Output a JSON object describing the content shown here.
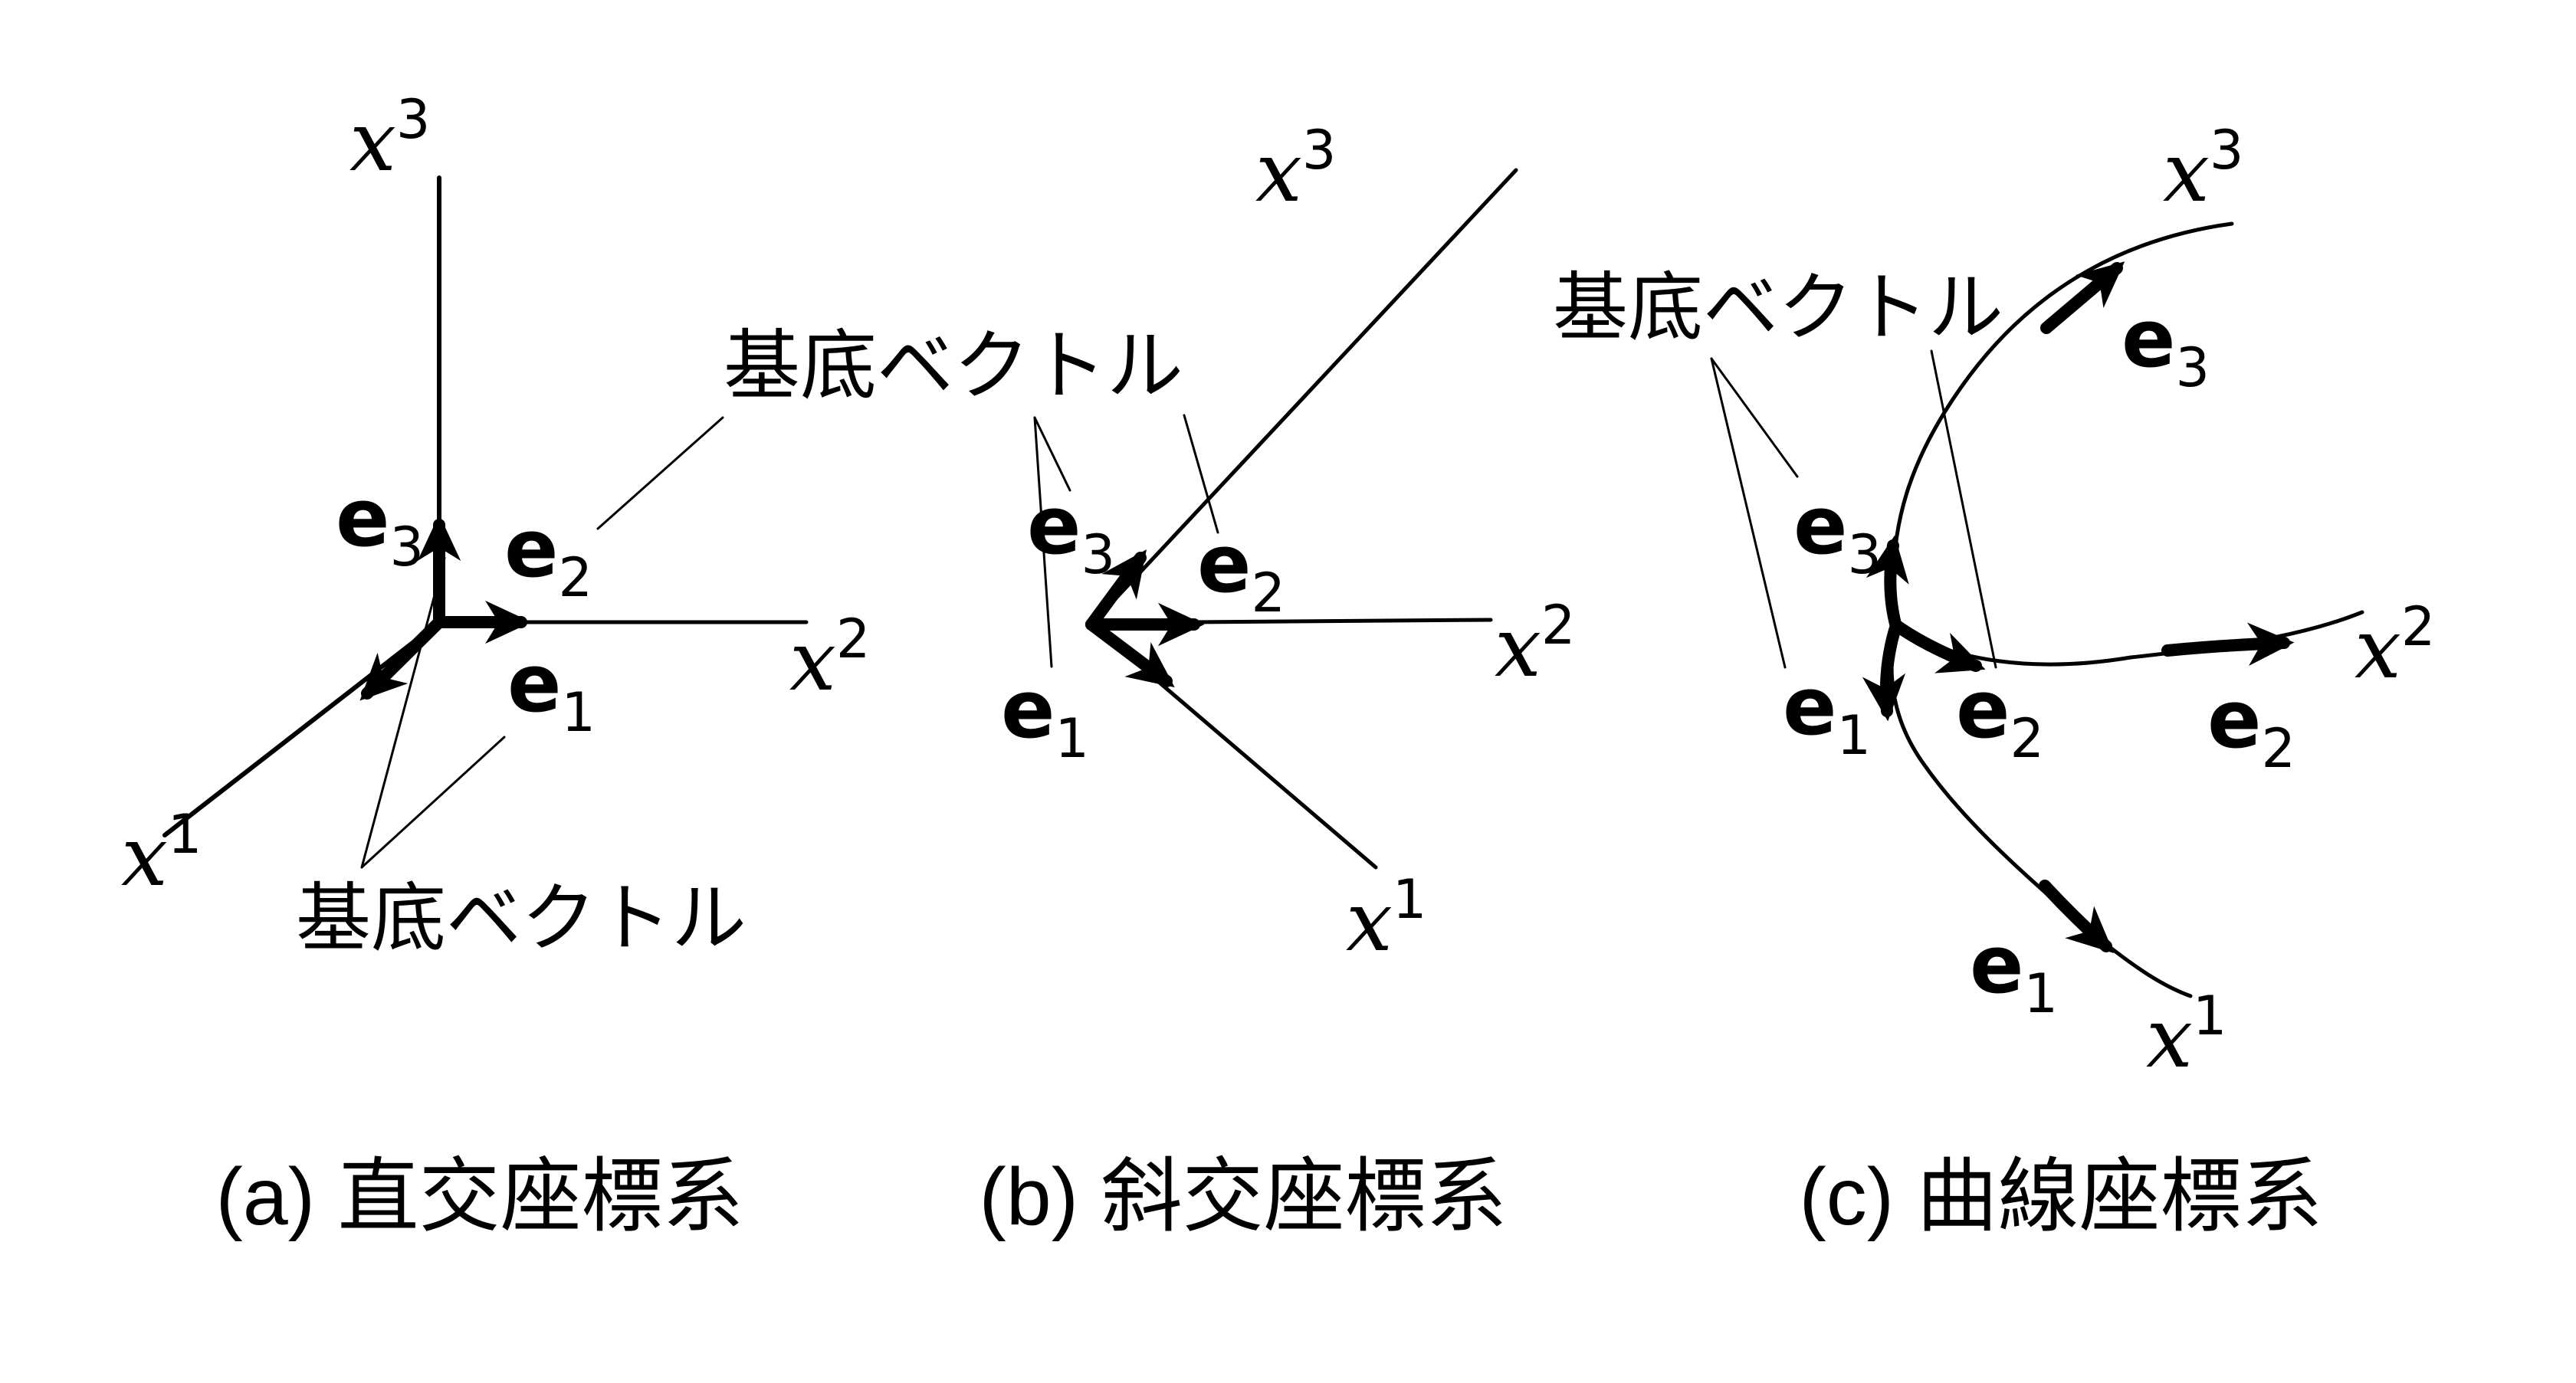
{
  "figure_title": "basis-vectors-in-three-coordinate-systems",
  "colors": {
    "background": "#ffffff",
    "ink": "#000000"
  },
  "labels": {
    "basis_a_bottom": "基底ベクトル",
    "basis_top_middle": "基底ベクトル",
    "basis_c": "基底ベクトル"
  },
  "panels": [
    {
      "id": "a",
      "caption": "(a) 直交座標系",
      "axes": {
        "x1": {
          "base": "x",
          "sup": "1"
        },
        "x2": {
          "base": "x",
          "sup": "2"
        },
        "x3": {
          "base": "x",
          "sup": "3"
        }
      },
      "vectors": {
        "e1": {
          "base": "e",
          "sub": "1"
        },
        "e2": {
          "base": "e",
          "sub": "2"
        },
        "e3": {
          "base": "e",
          "sub": "3"
        }
      }
    },
    {
      "id": "b",
      "caption": "(b) 斜交座標系",
      "axes": {
        "x1": {
          "base": "x",
          "sup": "1"
        },
        "x2": {
          "base": "x",
          "sup": "2"
        },
        "x3": {
          "base": "x",
          "sup": "3"
        }
      },
      "vectors": {
        "e1": {
          "base": "e",
          "sub": "1"
        },
        "e2": {
          "base": "e",
          "sub": "2"
        },
        "e3": {
          "base": "e",
          "sub": "3"
        }
      }
    },
    {
      "id": "c",
      "caption": "(c) 曲線座標系",
      "axes": {
        "x1": {
          "base": "x",
          "sup": "1"
        },
        "x2": {
          "base": "x",
          "sup": "2"
        },
        "x3": {
          "base": "x",
          "sup": "3"
        }
      },
      "vectors": {
        "e1": {
          "base": "e",
          "sub": "1"
        },
        "e2": {
          "base": "e",
          "sub": "2"
        },
        "e3": {
          "base": "e",
          "sub": "3"
        }
      }
    }
  ]
}
